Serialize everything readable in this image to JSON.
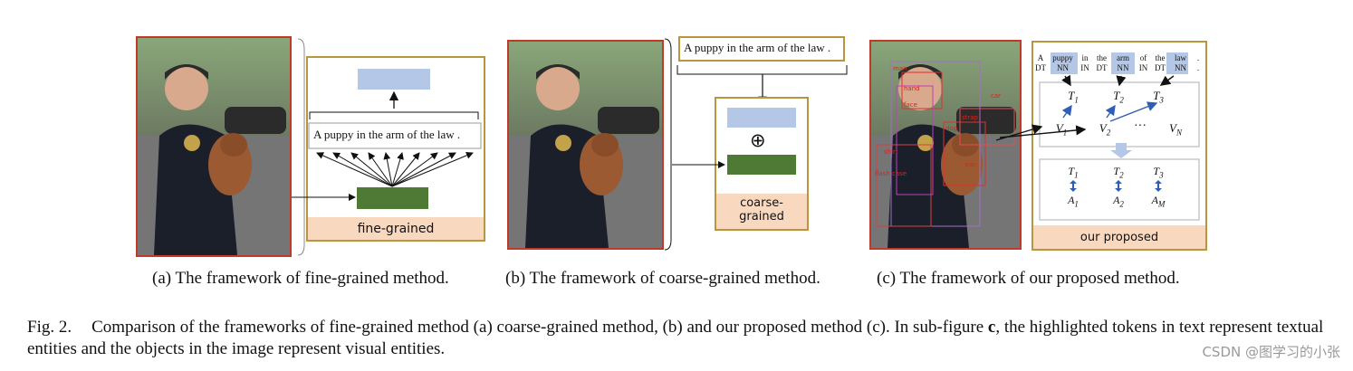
{
  "panel_a": {
    "sentence": "A puppy in the arm of the law .",
    "box_label": "fine-grained",
    "caption": "(a) The framework of fine-grained method."
  },
  "panel_b": {
    "sentence": "A puppy in the arm of the law .",
    "box_label_line1": "coarse-",
    "box_label_line2": "grained",
    "plus": "⊕",
    "caption": "(b) The framework of coarse-grained method."
  },
  "panel_c": {
    "tokens": [
      {
        "word": "A",
        "tag": "DT",
        "highlight": false
      },
      {
        "word": "puppy",
        "tag": "NN",
        "highlight": true
      },
      {
        "word": "in",
        "tag": "IN",
        "highlight": false
      },
      {
        "word": "the",
        "tag": "DT",
        "highlight": false
      },
      {
        "word": "arm",
        "tag": "NN",
        "highlight": true
      },
      {
        "word": "of",
        "tag": "IN",
        "highlight": false
      },
      {
        "word": "the",
        "tag": "DT",
        "highlight": false
      },
      {
        "word": "law",
        "tag": "NN",
        "highlight": true
      },
      {
        "word": ".",
        "tag": ".",
        "highlight": false
      }
    ],
    "t_nodes": [
      "T1",
      "T2",
      "T3"
    ],
    "v_nodes": [
      "V1",
      "V2",
      "VN"
    ],
    "ellipsis": "···",
    "a_nodes": [
      "A1",
      "A2",
      "AM"
    ],
    "box_label": "our proposed",
    "detections": [
      "man",
      "hand",
      "dog",
      "ear",
      "face",
      "strap",
      "car",
      "flash case",
      "shirt"
    ],
    "caption": "(c) The framework of our proposed method."
  },
  "figure_caption": {
    "label": "Fig. 2.",
    "text_1": "Comparison of the frameworks of fine-grained method (a) coarse-grained method, (b) and our proposed method (c). In sub-figure ",
    "bold": "c",
    "text_2": ", the highlighted tokens in text represent textual entities and the objects in the image represent visual entities."
  },
  "watermark": "CSDN @图学习的小张",
  "colors": {
    "frame_gold": "#b8963e",
    "image_border": "#c0392b",
    "blue_box": "#b4c7e7",
    "green_box": "#4e7a35",
    "peach": "#f8d9c0",
    "token_highlight": "#b4c7e7",
    "v_node": "#548235",
    "a_node": "#f4c7a6",
    "t_node": "#b4c7e7"
  }
}
